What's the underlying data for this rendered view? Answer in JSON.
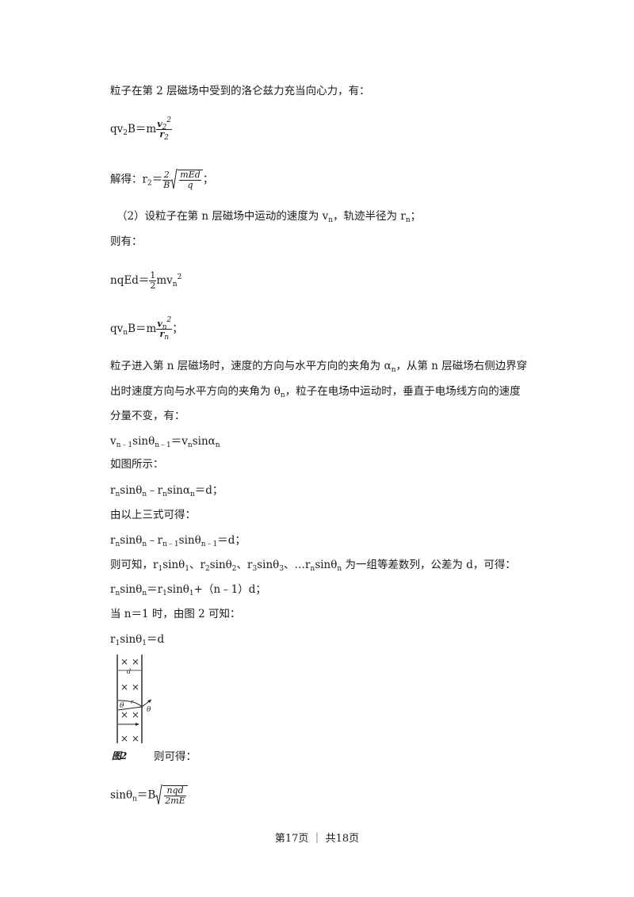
{
  "lines": {
    "l1": "粒子在第 2 层磁场中受到的洛仑兹力充当向心力，有：",
    "l2_pre": "qv",
    "l2_sub": "2",
    "l2_mid": "B＝m",
    "l2_num": "v",
    "l2_num_sub": "2",
    "l2_num_sup": "2",
    "l2_den": "r",
    "l2_den_sub": "2",
    "l3_pre": "解得：r",
    "l3_sub": "2",
    "l3_eq": "＝",
    "l3_fnum": "2",
    "l3_fden": "B",
    "l3_rnum": "mEd",
    "l3_rden": "q",
    "l3_end": "；",
    "l4_a": "（2）设粒子在第 n 层磁场中运动的速度为 v",
    "l4_sub1": "n",
    "l4_b": "，轨迹半径为 r",
    "l4_sub2": "n",
    "l4_c": "；",
    "l5": "则有：",
    "l6_pre": "nqEd＝",
    "l6_fnum": "1",
    "l6_fden": "2",
    "l6_mid": "mv",
    "l6_sub": "n",
    "l6_sup": "2",
    "l7_pre": "qv",
    "l7_sub": "n",
    "l7_mid": "B＝m",
    "l7_num": "v",
    "l7_num_sub": "n",
    "l7_num_sup": "2",
    "l7_den": "r",
    "l7_den_sub": "n",
    "l7_end": "；",
    "l8_a": "粒子进入第 n 层磁场时，速度的方向与水平方向的夹角为 α",
    "l8_sub": "n",
    "l8_b": "，从第 n 层磁场右侧边界穿",
    "l9_a": "出时速度方向与水平方向的夹角为 θ",
    "l9_sub": "n",
    "l9_b": "，粒子在电场中运动时，垂直于电场线方向的速度",
    "l10": "分量不变，有：",
    "l11_a": "v",
    "l11_s1": "n﹣1",
    "l11_b": "sinθ",
    "l11_s2": "n﹣1",
    "l11_c": "＝v",
    "l11_s3": "n",
    "l11_d": "sinα",
    "l11_s4": "n",
    "l12": "如图所示：",
    "l13_a": "r",
    "l13_s1": "n",
    "l13_b": "sinθ",
    "l13_s2": "n",
    "l13_c": "﹣r",
    "l13_s3": "n",
    "l13_d": "sinα",
    "l13_s4": "n",
    "l13_e": "＝d；",
    "l14": "由以上三式可得：",
    "l15_a": "r",
    "l15_s1": "n",
    "l15_b": "sinθ",
    "l15_s2": "n",
    "l15_c": "﹣r",
    "l15_s3": "n﹣1",
    "l15_d": "sinθ",
    "l15_s4": "n﹣1",
    "l15_e": "＝d；",
    "l16_a": "则可知，r",
    "l16_s1": "1",
    "l16_b": "sinθ",
    "l16_s2": "1",
    "l16_c": "、r",
    "l16_s3": "2",
    "l16_d": "sinθ",
    "l16_s4": "2",
    "l16_e": "、r",
    "l16_s5": "3",
    "l16_f": "sinθ",
    "l16_s6": "3",
    "l16_g": "、…r",
    "l16_s7": "n",
    "l16_h": "sinθ",
    "l16_s8": "n",
    "l16_i": " 为一组等差数列，公差为 d，可得：",
    "l17_a": "r",
    "l17_s1": "n",
    "l17_b": "sinθ",
    "l17_s2": "n",
    "l17_c": "＝r",
    "l17_s3": "1",
    "l17_d": "sinθ",
    "l17_s4": "1",
    "l17_e": "+（n﹣1）d；",
    "l18": "当 n＝1 时，由图 2 可知：",
    "l19_a": "r",
    "l19_s1": "1",
    "l19_b": "sinθ",
    "l19_s2": "1",
    "l19_c": "＝d",
    "fig_label": "图2",
    "l20": "则可得：",
    "l21_pre": "sinθ",
    "l21_sub": "n",
    "l21_mid": "＝B",
    "l21_rnum": "nqd",
    "l21_rden": "2mE"
  },
  "figure": {
    "cross": "× ×",
    "d_label": "d",
    "theta_label": "θ",
    "r_label": "r"
  },
  "footer": "第17页 ｜ 共18页"
}
